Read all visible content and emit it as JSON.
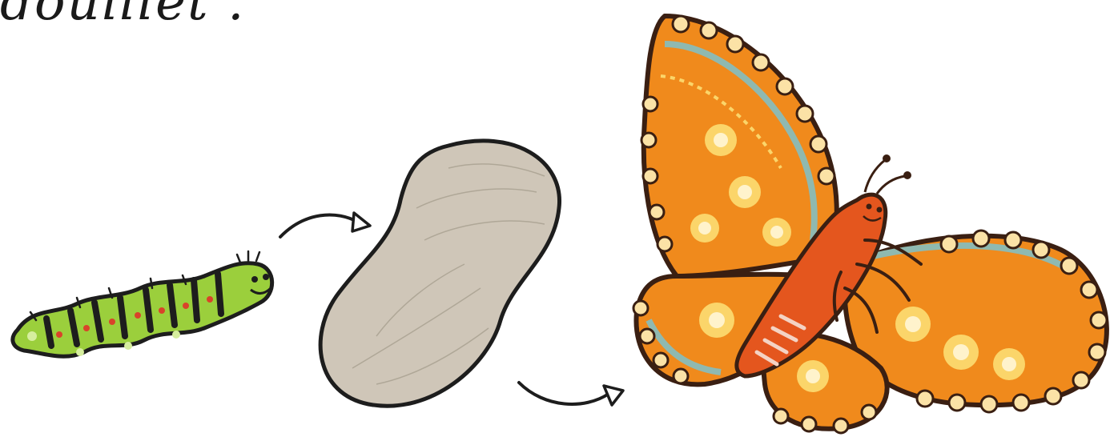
{
  "handwriting": {
    "text": "douillet ."
  },
  "stages": [
    {
      "name": "caterpillar",
      "icon": "caterpillar-icon"
    },
    {
      "name": "cocoon",
      "icon": "cocoon-icon"
    },
    {
      "name": "butterfly",
      "icon": "butterfly-icon"
    }
  ],
  "colors": {
    "caterpillar_body": "#9bcf3c",
    "caterpillar_stripe": "#1d1d1d",
    "cocoon": "#cfc6b8",
    "wing_orange": "#f08a1c",
    "wing_dark": "#3a1f12",
    "wing_teal": "#8fb9b0",
    "body_red": "#e4561e"
  }
}
